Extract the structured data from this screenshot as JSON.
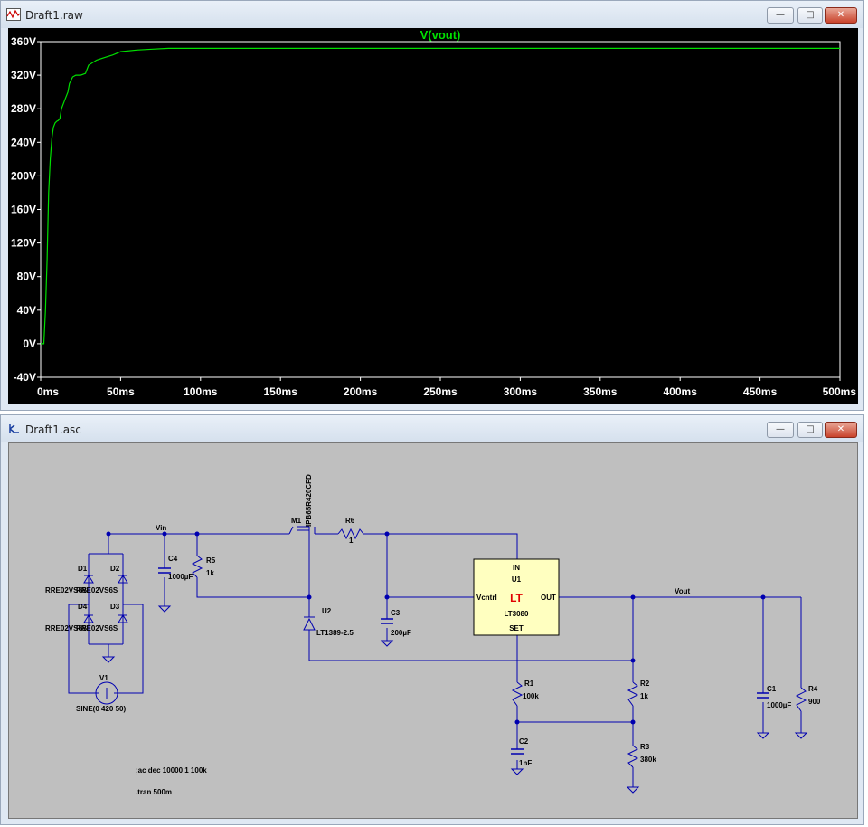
{
  "waveform_window": {
    "title": "Draft1.raw",
    "controls": {
      "minimize": "—",
      "maximize": "□",
      "close": "✕"
    }
  },
  "schematic_window": {
    "title": "Draft1.asc",
    "controls": {
      "minimize": "—",
      "maximize": "□",
      "close": "✕"
    }
  },
  "chart_data": {
    "type": "line",
    "title": "V(vout)",
    "xlabel": "",
    "ylabel": "",
    "xlim": [
      0,
      500
    ],
    "ylim": [
      -40,
      360
    ],
    "grid": false,
    "x_ticks": [
      "0ms",
      "50ms",
      "100ms",
      "150ms",
      "200ms",
      "250ms",
      "300ms",
      "350ms",
      "400ms",
      "450ms",
      "500ms"
    ],
    "y_ticks": [
      "-40V",
      "0V",
      "40V",
      "80V",
      "120V",
      "160V",
      "200V",
      "240V",
      "280V",
      "320V",
      "360V"
    ],
    "x_tick_values": [
      0,
      50,
      100,
      150,
      200,
      250,
      300,
      350,
      400,
      450,
      500
    ],
    "y_tick_values": [
      -40,
      0,
      40,
      80,
      120,
      160,
      200,
      240,
      280,
      320,
      360
    ],
    "series": [
      {
        "name": "V(vout)",
        "color": "#00e000",
        "x": [
          0,
          2,
          3,
          4,
          5,
          6,
          7,
          8,
          9,
          10,
          11,
          12,
          13,
          15,
          17,
          18,
          20,
          22,
          25,
          28,
          30,
          35,
          40,
          45,
          50,
          60,
          70,
          80,
          100,
          150,
          200,
          300,
          400,
          500
        ],
        "y": [
          0,
          0,
          40,
          100,
          180,
          220,
          245,
          258,
          263,
          265,
          266,
          268,
          280,
          290,
          300,
          310,
          318,
          320,
          320,
          322,
          332,
          338,
          341,
          344,
          348,
          350,
          351,
          352,
          352,
          352,
          352,
          352,
          352,
          352
        ]
      }
    ]
  },
  "schematic": {
    "comments": [
      ";ac dec 10000 1 100k",
      ".tran 500m"
    ],
    "nets": {
      "vin": "Vin",
      "vout": "Vout"
    },
    "components": {
      "d1": {
        "ref": "D1",
        "part": "RRE02VS6S"
      },
      "d2": {
        "ref": "D2",
        "part": "RRE02VS6S"
      },
      "d3": {
        "ref": "D3",
        "part": "RRE02VS6S"
      },
      "d4": {
        "ref": "D4",
        "part": "RRE02VS6S"
      },
      "v1": {
        "ref": "V1",
        "value": "SINE(0 420 50)"
      },
      "c4": {
        "ref": "C4",
        "value": "1000µF"
      },
      "r5": {
        "ref": "R5",
        "value": "1k"
      },
      "m1": {
        "ref": "M1",
        "part": "IPB65R420CFD"
      },
      "r6": {
        "ref": "R6",
        "value": "1"
      },
      "u2": {
        "ref": "U2",
        "part": "LT1389-2.5"
      },
      "c3": {
        "ref": "C3",
        "value": "200µF"
      },
      "u1": {
        "ref": "U1",
        "part": "LT3080",
        "pin_in": "IN",
        "pin_vcntrl": "Vcntrl",
        "pin_out": "OUT",
        "pin_set": "SET",
        "logo": "LT"
      },
      "r1": {
        "ref": "R1",
        "value": "100k"
      },
      "c2": {
        "ref": "C2",
        "value": "1nF"
      },
      "r2": {
        "ref": "R2",
        "value": "1k"
      },
      "r3": {
        "ref": "R3",
        "value": "380k"
      },
      "c1": {
        "ref": "C1",
        "value": "1000µF"
      },
      "r4": {
        "ref": "R4",
        "value": "900"
      }
    }
  }
}
